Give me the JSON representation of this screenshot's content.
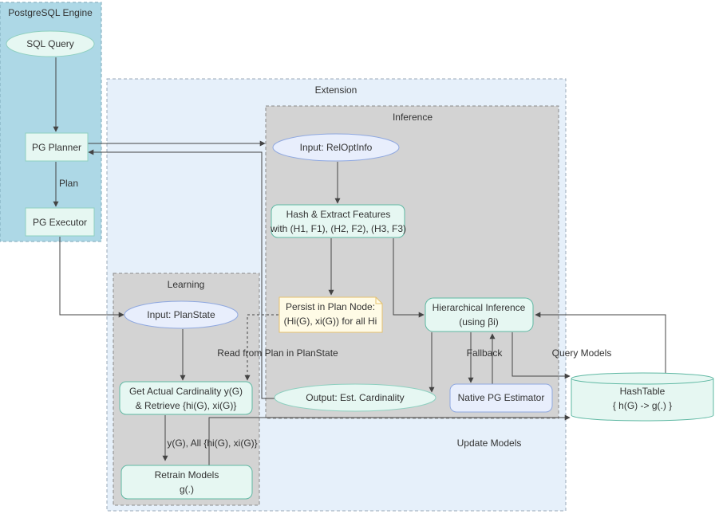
{
  "clusters": {
    "pg_engine": "PostgreSQL Engine",
    "extension": "Extension",
    "inference": "Inference",
    "learning": "Learning"
  },
  "nodes": {
    "sql_query": "SQL Query",
    "pg_planner": "PG Planner",
    "pg_executor": "PG Executor",
    "input_reloptinfo": "Input: RelOptInfo",
    "hash_extract_line1": "Hash & Extract Features",
    "hash_extract_line2": "with (H1, F1), (H2, F2), (H3, F3)",
    "persist_line1": "Persist in Plan Node:",
    "persist_line2": "(Hi(G), xi(G)) for all Hi",
    "hier_line1": "Hierarchical Inference",
    "hier_line2": "(using βi)",
    "input_planstate": "Input: PlanState",
    "get_actual_line1": "Get Actual Cardinality y(G)",
    "get_actual_line2": "& Retrieve {hi(G), xi(G)}",
    "output_est": "Output: Est. Cardinality",
    "native_pg": "Native PG Estimator",
    "retrain_line1": "Retrain Models",
    "retrain_line2": "g(.)",
    "hashtable_line1": "HashTable",
    "hashtable_line2": "{ h(G) -> g(.) }"
  },
  "edge_labels": {
    "plan": "Plan",
    "read_from_plan": "Read from Plan in PlanState",
    "fallback": "Fallback",
    "query_models": "Query Models",
    "update_models": "Update Models",
    "retrain_input": "y(G), All {hi(G), xi(G)}"
  },
  "colors": {
    "pg_engine_fill": "#add8e6",
    "extension_fill": "#e6f0fa",
    "inference_fill": "#d3d3d3",
    "learning_fill": "#d3d3d3",
    "teal_node_fill": "#e6f7f2",
    "teal_node_stroke": "#5fb8a3",
    "blue_node_fill": "#e8eefc",
    "blue_node_stroke": "#8fa8e0",
    "note_fill": "#fffbe6",
    "note_stroke": "#e5c26e",
    "edge": "#444444"
  }
}
